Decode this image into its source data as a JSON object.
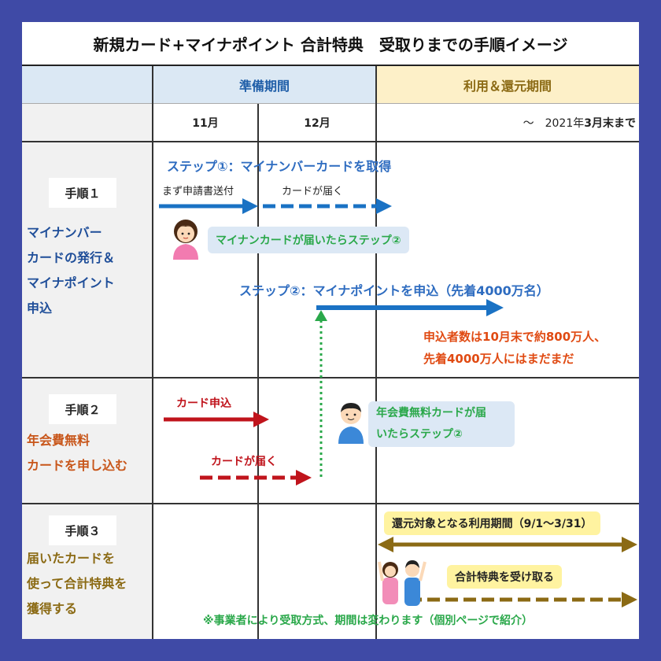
{
  "title": "新規カード+マイナポイント 合計特典　受取りまでの手順イメージ",
  "periods": {
    "prep": "準備期間",
    "use": "利用＆還元期間"
  },
  "months": {
    "nov": "11月",
    "dec": "12月",
    "end_prefix": "～　2021年",
    "end_bold": "3月末まで"
  },
  "step1": {
    "badge": "手順１",
    "desc": [
      "マイナンバー",
      "カードの発行＆",
      "マイナポイント",
      "申込"
    ],
    "stepA_label": "ステップ①：マイナンバーカードを取得",
    "apply_label": "まず申請書送付",
    "arrive_label": "カードが届く",
    "bubble": "マイナンカードが届いたらステップ②",
    "stepB_label": "ステップ②：マイナポイントを申込（先着4000万名）",
    "note": [
      "申込者数は10月末で約800万人、",
      "先着4000万人にはまだまだ"
    ]
  },
  "step2": {
    "badge": "手順２",
    "desc": [
      "年会費無料",
      "カードを申し込む"
    ],
    "apply_label": "カード申込",
    "arrive_label": "カードが届く",
    "bubble": [
      "年会費無料カードが届",
      "いたらステップ②"
    ]
  },
  "step3": {
    "badge": "手順３",
    "desc": [
      "届いたカードを",
      "使って合計特典を",
      "獲得する"
    ],
    "period_label": "還元対象となる利用期間（9/1～3/31）",
    "receive_label": "合計特典を受け取る",
    "footnote": "※事業者により受取方式、期間は変わります（個別ページで紹介）"
  },
  "colors": {
    "blue": "#1a72c4",
    "red": "#c0141c",
    "brown": "#8b6a14",
    "green": "#2aa84a",
    "orange": "#e04a12"
  }
}
